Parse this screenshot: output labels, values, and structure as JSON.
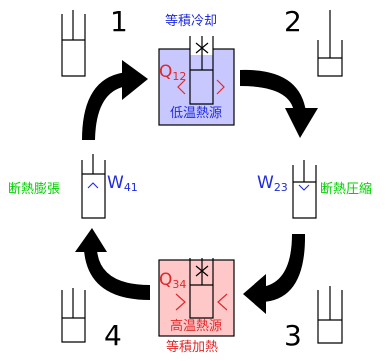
{
  "diagram": {
    "states": [
      {
        "number": "1"
      },
      {
        "number": "2"
      },
      {
        "number": "3"
      },
      {
        "number": "4"
      }
    ],
    "processes": {
      "top": {
        "label": "等積冷却",
        "reservoir": "低温熱源",
        "heat_main": "Q",
        "heat_sub": "12"
      },
      "right": {
        "label": "断熱圧縮",
        "work_main": "W",
        "work_sub": "23"
      },
      "bottom": {
        "label": "等積加熱",
        "reservoir": "高温熱源",
        "heat_main": "Q",
        "heat_sub": "34"
      },
      "left": {
        "label": "断熱膨張",
        "work_main": "W",
        "work_sub": "41"
      }
    },
    "colors": {
      "cold_fill": "#c8c8ff",
      "hot_fill": "#ffc8c8",
      "label_blue": "#1f2bdc",
      "label_red": "#e0282a",
      "label_green": "#00d000",
      "arrow": "#000000"
    }
  }
}
